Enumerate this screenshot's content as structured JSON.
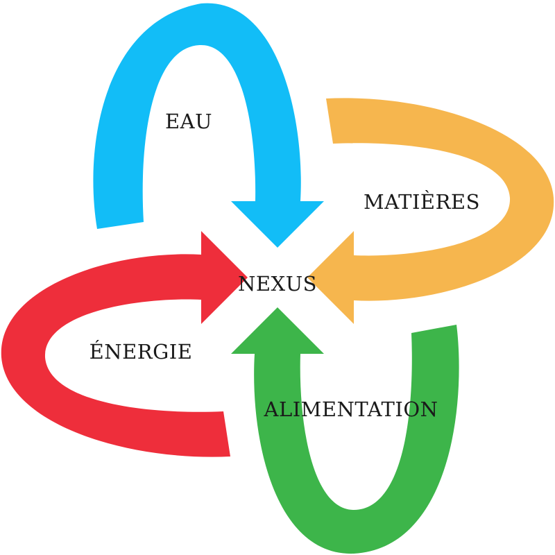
{
  "center": {
    "label": "NEXUS"
  },
  "arrows": [
    {
      "key": "eau",
      "label": "EAU",
      "color": "#12BDF7"
    },
    {
      "key": "materieres",
      "label": "MATIÈRES",
      "color": "#F6B64E"
    },
    {
      "key": "alimentation",
      "label": "ALIMENTATION",
      "color": "#3DB54A"
    },
    {
      "key": "energie",
      "label": "ÉNERGIE",
      "color": "#EE2E3B"
    }
  ]
}
